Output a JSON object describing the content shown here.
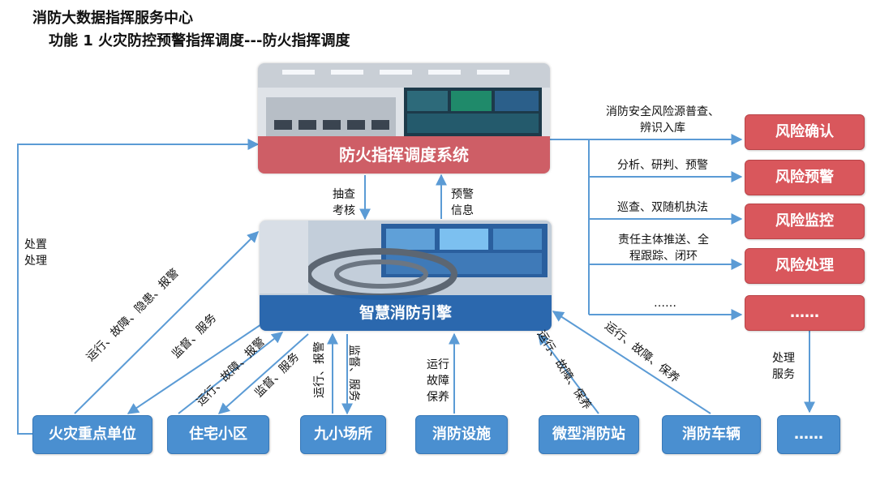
{
  "header": {
    "title": "消防大数据指挥服务中心",
    "subtitle": "功能 1  火灾防控预警指挥调度---防火指挥调度"
  },
  "system": {
    "label": "防火指挥调度系统"
  },
  "engine": {
    "label": "智慧消防引擎"
  },
  "center_labels": {
    "down": "抽查\n考核",
    "up": "预警\n信息"
  },
  "risk": {
    "boxes": [
      "风险确认",
      "风险预警",
      "风险监控",
      "风险处理",
      "……"
    ],
    "edge_labels": [
      "消防安全风险源普查、\n辨识入库",
      "分析、研判、预警",
      "巡查、双随机执法",
      "责任主体推送、全\n程跟踪、闭环",
      "……"
    ],
    "handle_label": "处理\n服务"
  },
  "left": {
    "dispose_label": "处置\n处理"
  },
  "units": [
    "火灾重点单位",
    "住宅小区",
    "九小场所",
    "消防设施",
    "微型消防站",
    "消防车辆",
    "……"
  ],
  "connector_labels": {
    "key_unit_up": "运行、故障、隐患、报警",
    "key_unit_down": "监督、服务",
    "residential_up": "运行、故障、报警",
    "residential_down": "监督、服务",
    "nine_up": "运行、报警",
    "nine_down": "监督、服务",
    "facility_up": "运行\n故障\n保养",
    "micro_up": "运行、故障、保养",
    "vehicle_up": "运行、故障、保养"
  },
  "colors": {
    "arrow": "#5b9bd5",
    "risk_fill": "#d9575c",
    "unit_fill": "#4a8fd0",
    "system_bar": "#cc525a",
    "engine_bar": "#1e60aa"
  }
}
